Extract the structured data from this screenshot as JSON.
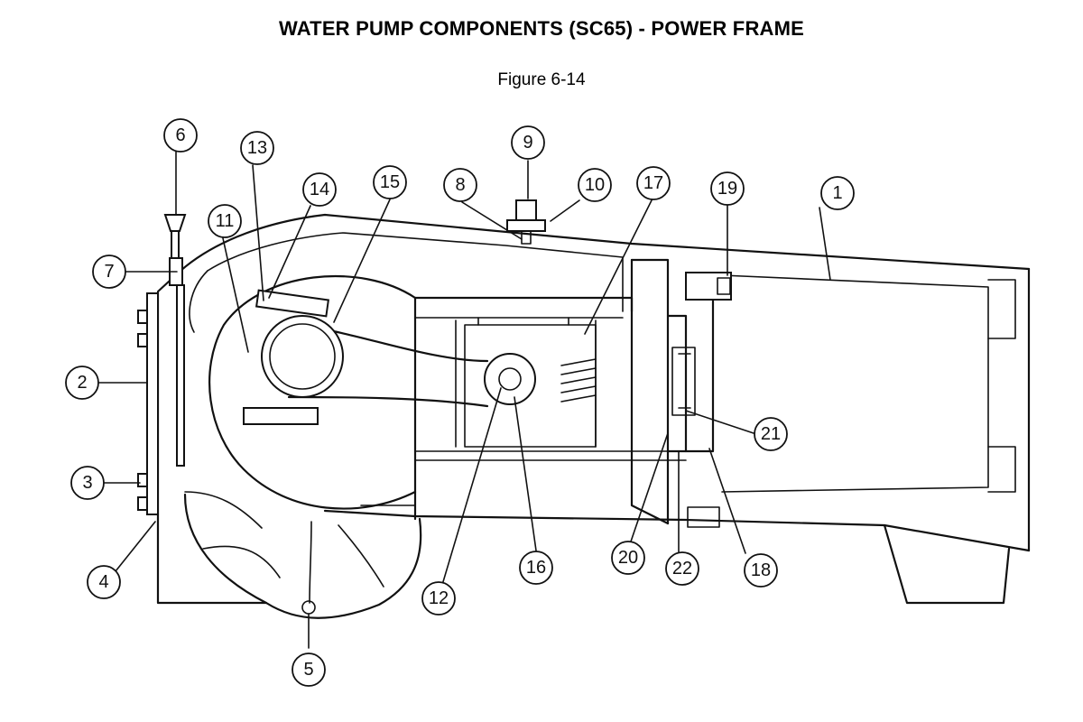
{
  "header": {
    "title": "WATER PUMP COMPONENTS (SC65) - POWER FRAME",
    "figure_label": "Figure 6-14"
  },
  "callouts": [
    "1",
    "2",
    "3",
    "4",
    "5",
    "6",
    "7",
    "8",
    "9",
    "10",
    "11",
    "12",
    "13",
    "14",
    "15",
    "16",
    "17",
    "18",
    "19",
    "20",
    "21",
    "22"
  ]
}
